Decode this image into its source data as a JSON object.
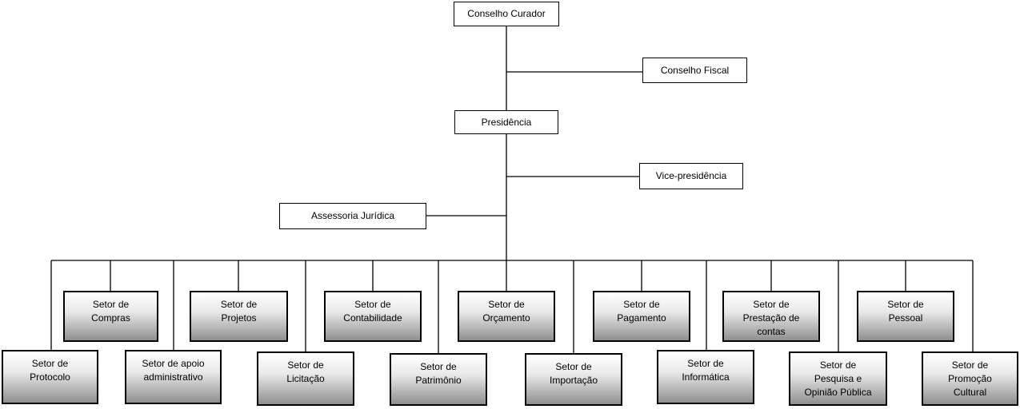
{
  "boxes": {
    "conselho_curador": "Conselho Curador",
    "conselho_fiscal": "Conselho Fiscal",
    "presidencia": "Presidência",
    "vice_presidencia": "Vice-presidência",
    "assessoria_juridica": "Assessoria Jurídica",
    "compras": "Setor de\nCompras",
    "projetos": "Setor de\nProjetos",
    "contabilidade": "Setor de\nContabilidade",
    "orcamento": "Setor de\nOrçamento",
    "pagamento": "Setor de\nPagamento",
    "prestacao_contas": "Setor de\nPrestação de\ncontas",
    "pessoal": "Setor de\nPessoal",
    "protocolo": "Setor de\nProtocolo",
    "apoio_administrativo": "Setor de apoio\nadministrativo",
    "licitacao": "Setor de\nLicitação",
    "patrimonio": "Setor de\nPatrimônio",
    "importacao": "Setor de\nImportação",
    "informatica": "Setor de\nInformática",
    "pesquisa_opiniao": "Setor de\nPesquisa e\nOpinião Pública",
    "promocao_cultural": "Setor de\nPromoção\nCultural"
  }
}
